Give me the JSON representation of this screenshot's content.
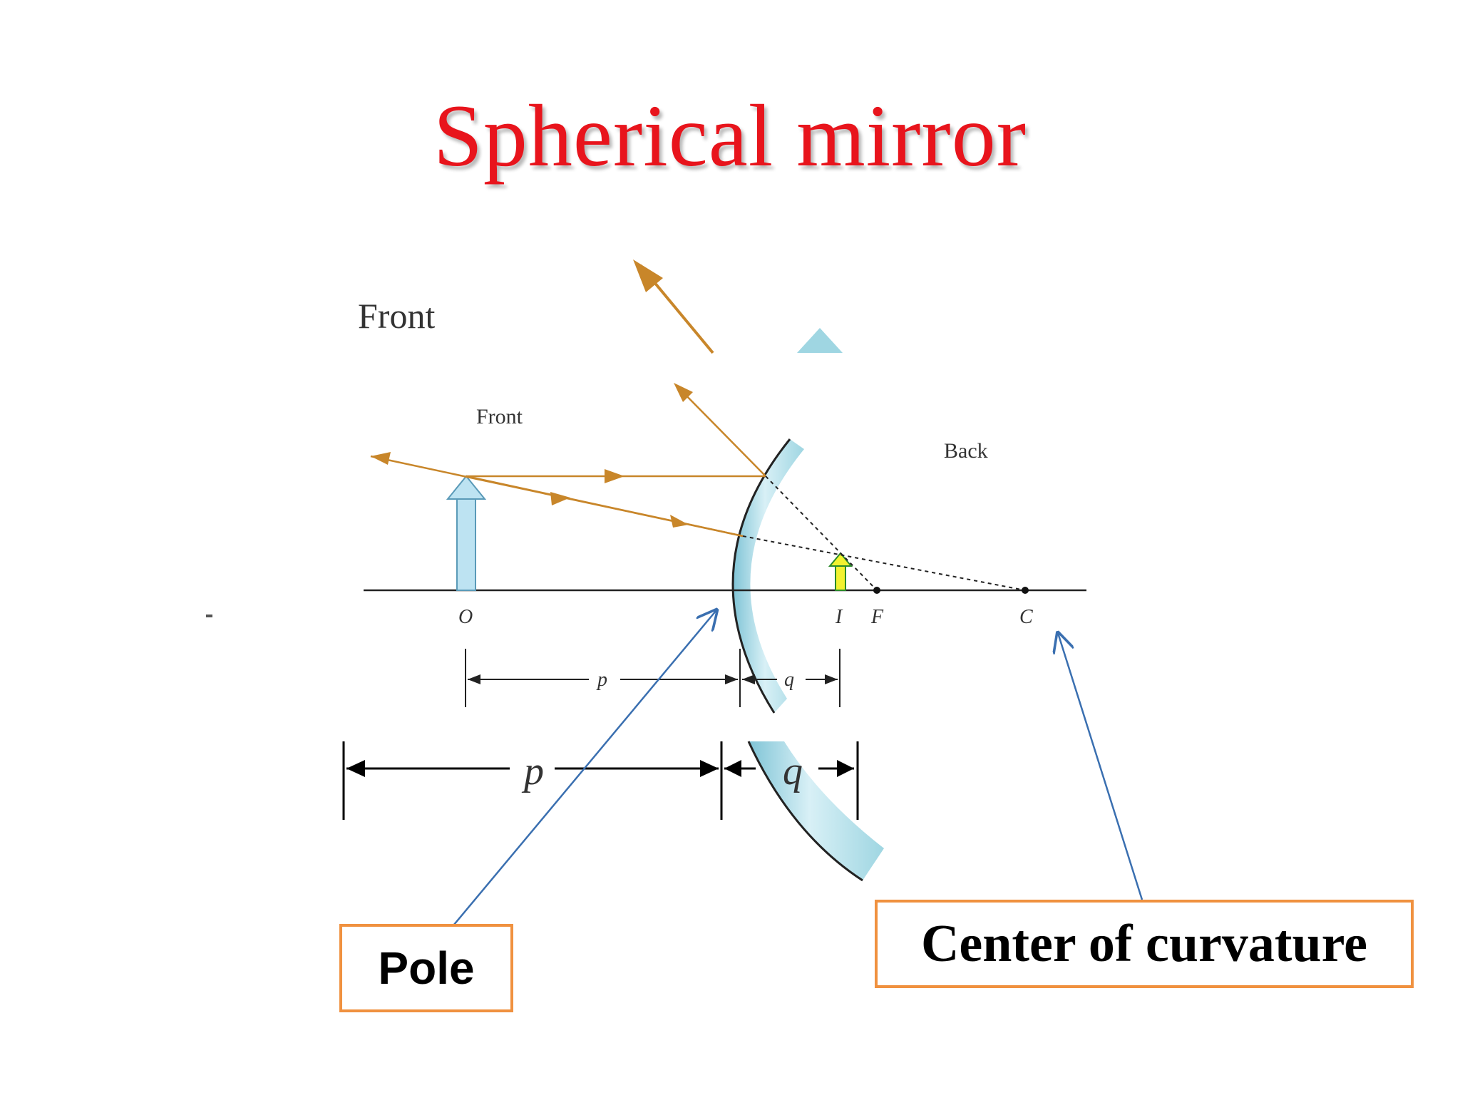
{
  "slide": {
    "title": "Spherical mirror"
  },
  "diagram": {
    "back_label_large": "Front",
    "front_label": "Front",
    "back_label": "Back",
    "point_labels": {
      "object": "O",
      "image": "I",
      "focal_point": "F",
      "center": "C"
    },
    "distance_labels": {
      "object_distance": "p",
      "image_distance": "q"
    },
    "colors": {
      "ray": "#c8862a",
      "object_arrow": "#bde3f2",
      "image_arrow": "#f2f230",
      "mirror": "#9fd6e2",
      "callout_border": "#f0913f",
      "pointer_line": "#3a6fb0",
      "title": "#e8141c"
    }
  },
  "callouts": {
    "pole": "Pole",
    "center_of_curvature": "Center of curvature"
  }
}
